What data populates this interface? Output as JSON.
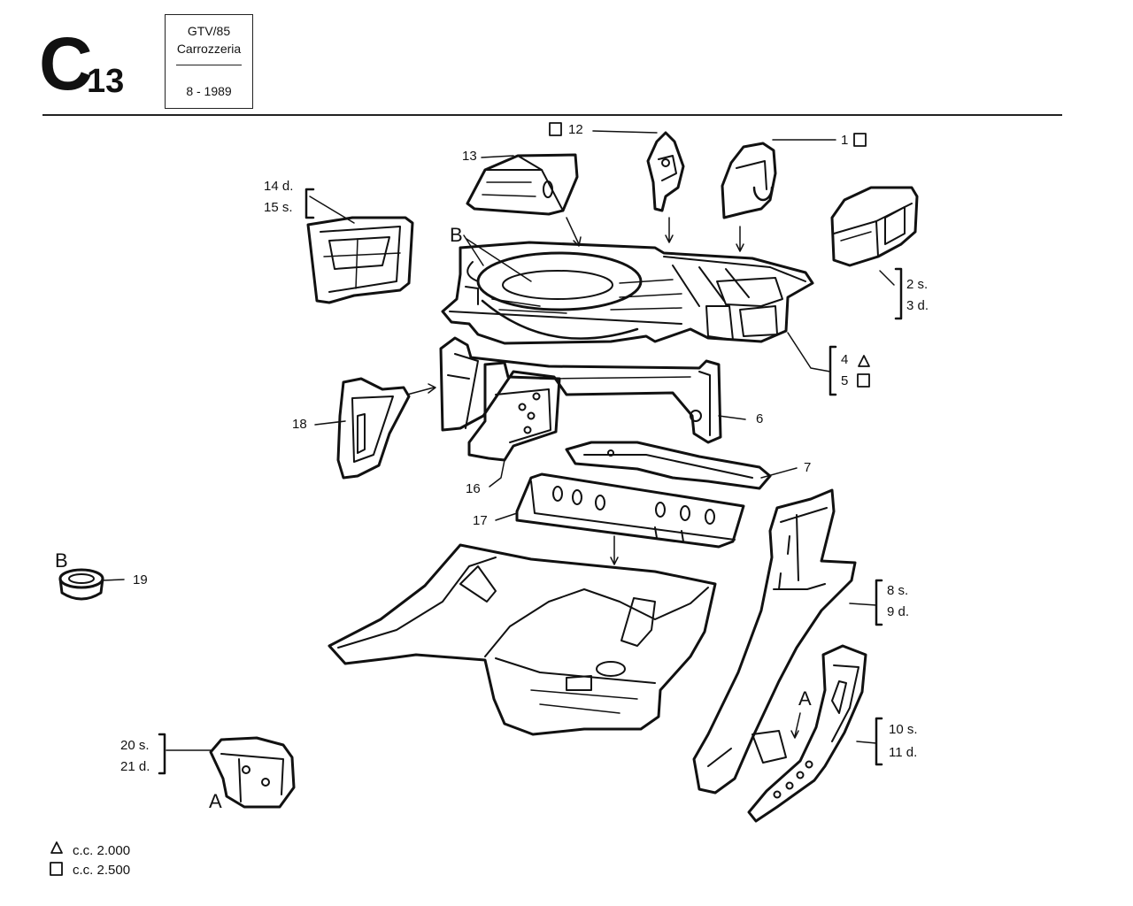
{
  "header": {
    "section_letter": "C",
    "section_number": "13",
    "model": "GTV/85",
    "section_name": "Carrozzeria",
    "date": "8 - 1989"
  },
  "callouts": {
    "c1": "1",
    "c12": "12",
    "c13": "13",
    "c14": "14 d.",
    "c15": "15 s.",
    "c2": "2 s.",
    "c3": "3 d.",
    "c4": "4",
    "c5": "5",
    "c6": "6",
    "c7": "7",
    "c8": "8 s.",
    "c9": "9 d.",
    "c10": "10 s.",
    "c11": "11 d.",
    "c16": "16",
    "c17": "17",
    "c18": "18",
    "c19": "19",
    "c20": "20 s.",
    "c21": "21 d."
  },
  "detail_letters": {
    "b_main": "B",
    "b_grommet": "B",
    "a_bracket": "A",
    "a_rail": "A"
  },
  "legend": {
    "triangle_label": "c.c. 2.000",
    "square_label": "c.c. 2.500"
  }
}
